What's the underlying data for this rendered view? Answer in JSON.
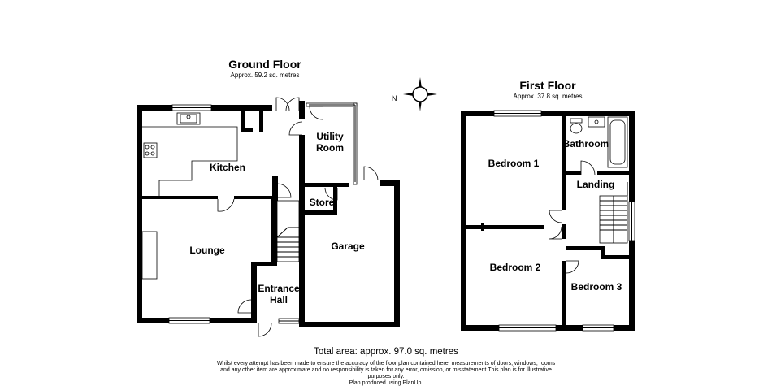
{
  "ground_floor": {
    "title": "Ground Floor",
    "area": "Approx. 59.2 sq. metres",
    "rooms": {
      "kitchen": "Kitchen",
      "utility_line1": "Utility",
      "utility_line2": "Room",
      "store": "Store",
      "lounge": "Lounge",
      "garage": "Garage",
      "entrance_line1": "Entrance",
      "entrance_line2": "Hall"
    }
  },
  "first_floor": {
    "title": "First Floor",
    "area": "Approx. 37.8 sq. metres",
    "rooms": {
      "bedroom1": "Bedroom 1",
      "bathroom": "Bathroom",
      "landing": "Landing",
      "bedroom2": "Bedroom 2",
      "bedroom3": "Bedroom 3"
    }
  },
  "compass": {
    "label": "N"
  },
  "total_area": "Total area: approx. 97.0 sq. metres",
  "disclaimer": {
    "line1": "Whilst every attempt has been made to ensure the accuracy of the floor plan contained here, measurements of doors, windows, rooms",
    "line2": "and any other item are approximate and no responsibility is taken for any error, omission, or misstatement.This plan is for illustrative",
    "line3": "purposes only.",
    "line4": "Plan produced using PlanUp."
  }
}
